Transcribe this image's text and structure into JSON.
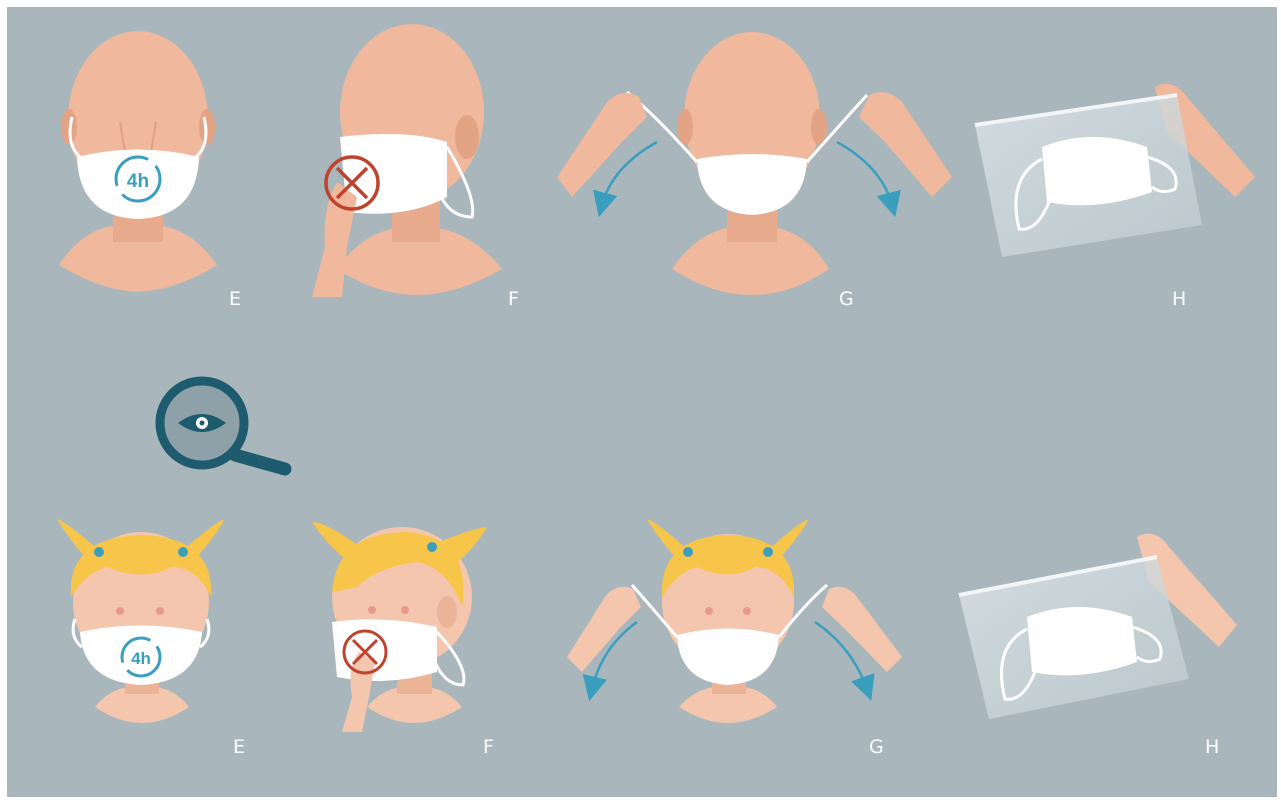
{
  "colors": {
    "background": "#a9b6bb",
    "skin": "#f0b89c",
    "skin_shade": "#e3a385",
    "hair": "#f6c54a",
    "mask": "#ffffff",
    "accent_arrow": "#3a9fbf",
    "prohibit": "#c0432e",
    "magnifier": "#1f5b6e"
  },
  "rows": {
    "adult": {
      "step_e": {
        "label": "E",
        "badge": "4h",
        "icon": "four-hour-rotation-icon"
      },
      "step_f": {
        "label": "F",
        "icon": "prohibited-touch-icon"
      },
      "step_g": {
        "label": "G",
        "icon": "remove-by-straps-arrows"
      },
      "step_h": {
        "label": "H",
        "icon": "mask-in-zip-bag"
      }
    },
    "child": {
      "step_e": {
        "label": "E",
        "badge": "4h",
        "icon": "four-hour-rotation-icon"
      },
      "step_f": {
        "label": "F",
        "icon": "prohibited-touch-icon"
      },
      "step_g": {
        "label": "G",
        "icon": "remove-by-straps-arrows"
      },
      "step_h": {
        "label": "H",
        "icon": "mask-in-zip-bag"
      }
    }
  },
  "magnifier": {
    "icon": "magnifier-eye-icon"
  }
}
